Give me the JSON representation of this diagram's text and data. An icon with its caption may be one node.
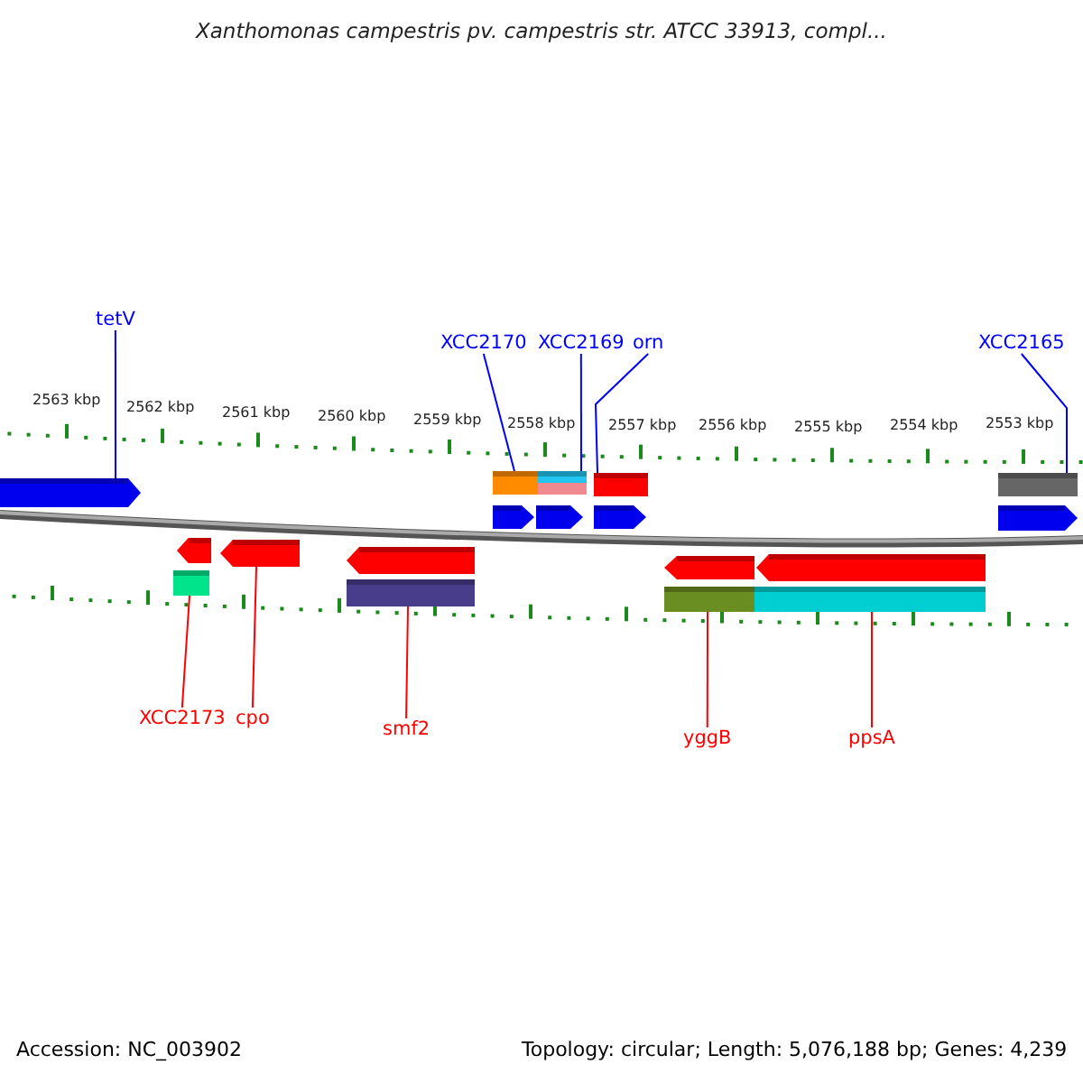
{
  "diagram": {
    "title": "Xanthomonas campestris pv. campestris str. ATCC 33913, compl...",
    "nodes": [
      {
        "text": [
          "tetV"
        ]
      },
      {
        "text": [
          "XCC2170"
        ]
      },
      {
        "text": [
          "XCC2169"
        ]
      },
      {
        "text": [
          "orn"
        ]
      },
      {
        "text": [
          "XCC2165"
        ]
      },
      {
        "text": [],
        "shape": "arrow"
      },
      {
        "text": [],
        "shape": "box"
      },
      {
        "text": [],
        "shape": "box"
      },
      {
        "text": [],
        "shape": "box"
      },
      {
        "text": [],
        "shape": "box"
      },
      {
        "text": [],
        "shape": "box"
      },
      {
        "text": [],
        "shape": "arrow"
      },
      {
        "text": [],
        "shape": "box"
      },
      {
        "text": [],
        "shape": "box"
      },
      {
        "text": [],
        "shape": "box"
      },
      {
        "text": [
          "XCC2173"
        ]
      },
      {
        "text": [
          "cpo"
        ]
      },
      {
        "text": [
          "smf2"
        ]
      },
      {
        "text": [
          "yggB"
        ]
      },
      {
        "text": [
          "ppsA"
        ]
      }
    ],
    "edges": [
      {
        "from": 0,
        "to": 5,
        "arrow": "none"
      },
      {
        "from": 1,
        "to": 6,
        "arrow": "none"
      },
      {
        "from": 2,
        "to": 7,
        "arrow": "none"
      },
      {
        "from": 3,
        "to": 8,
        "arrow": "none"
      },
      {
        "from": 4,
        "to": 9,
        "arrow": "none"
      },
      {
        "from": 15,
        "to": 10,
        "arrow": "none",
        "color": "#ff0000"
      },
      {
        "from": 16,
        "to": 11,
        "arrow": "none",
        "color": "#ff0000"
      },
      {
        "from": 17,
        "to": 12,
        "arrow": "none",
        "color": "#ff0000"
      },
      {
        "from": 18,
        "to": 13,
        "arrow": "none",
        "color": "#ff0000"
      },
      {
        "from": 19,
        "to": 14,
        "arrow": "none",
        "color": "#ff0000"
      }
    ],
    "labels": [
      "2563 kbp",
      "2562 kbp",
      "2561 kbp",
      "2560 kbp",
      "2559 kbp",
      "2558 kbp",
      "2557 kbp",
      "2556 kbp",
      "2555 kbp",
      "2554 kbp",
      "2553 kbp",
      "Accession: NC_003902",
      "Topology: circular; Length: 5,076,188 bp; Genes: 4,239"
    ]
  }
}
